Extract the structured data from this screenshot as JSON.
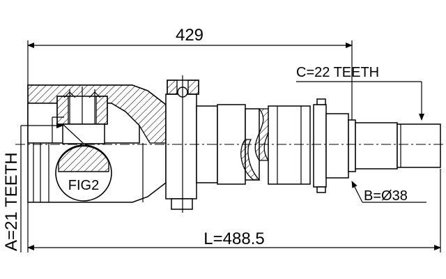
{
  "dimensions": {
    "overall_top": "429",
    "spline_c": "C=22 TEETH",
    "spline_a": "A=21 TEETH",
    "diameter_b": "B=Ø38",
    "length_l": "L=488.5"
  },
  "detail_label": "FIG2"
}
